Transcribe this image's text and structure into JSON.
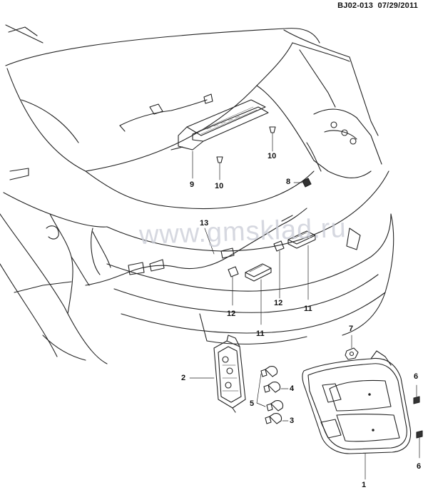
{
  "header": {
    "doc_id": "BJ02-013",
    "doc_date": "07/29/2011"
  },
  "watermark": "www.gmsklad.ru",
  "callouts": {
    "c1": "1",
    "c2": "2",
    "c3": "3",
    "c4": "4",
    "c5": "5",
    "c6a": "6",
    "c6b": "6",
    "c7": "7",
    "c8": "8",
    "c9": "9",
    "c10a": "10",
    "c10b": "10",
    "c11a": "11",
    "c11b": "11",
    "c12a": "12",
    "c12b": "12",
    "c13": "13"
  }
}
